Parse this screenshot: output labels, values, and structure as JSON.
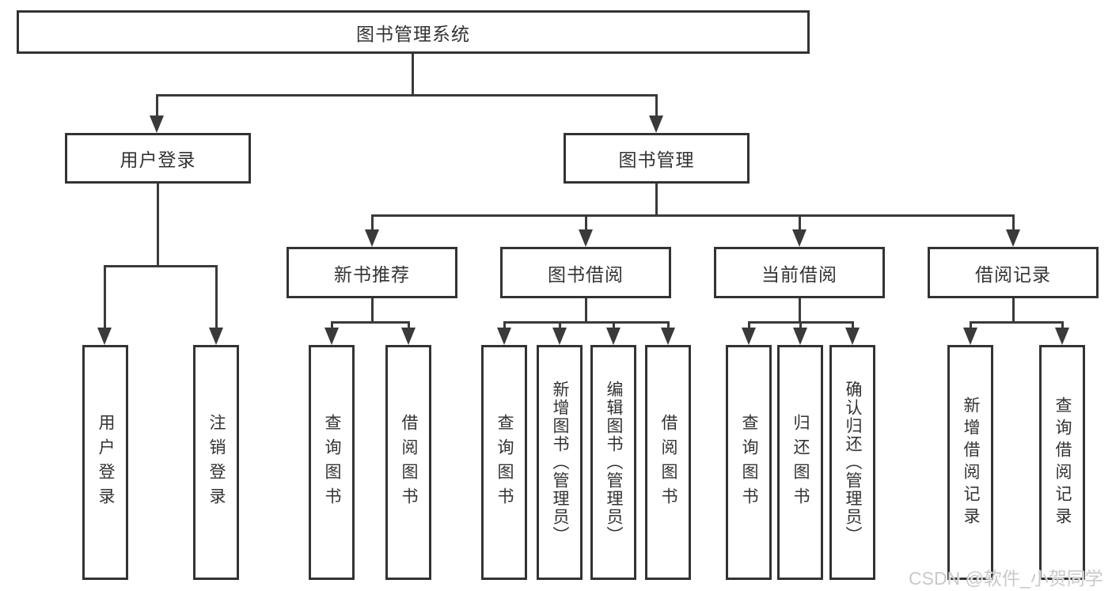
{
  "diagram": {
    "root": {
      "label": "图书管理系统"
    },
    "level2": [
      {
        "label": "用户登录"
      },
      {
        "label": "图书管理"
      }
    ],
    "level3": [
      {
        "label": "新书推荐"
      },
      {
        "label": "图书借阅"
      },
      {
        "label": "当前借阅"
      },
      {
        "label": "借阅记录"
      }
    ],
    "level4": {
      "user_login": [
        "用户登录",
        "注销登录"
      ],
      "new_book_recommend": [
        "查询图书",
        "借阅图书"
      ],
      "book_borrow": [
        "查询图书",
        "新增图书（管理员）",
        "编辑图书（管理员）",
        "借阅图书"
      ],
      "current_borrow": [
        "查询图书",
        "归还图书",
        "确认归还（管理员）"
      ],
      "borrow_records": [
        "新增借阅记录",
        "查询借阅记录"
      ]
    },
    "watermark": "CSDN @软件_小贺同学",
    "colors": {
      "line": "#3a3a3a",
      "text": "#333333",
      "background": "#ffffff",
      "watermark": "#c9c9c9"
    }
  }
}
